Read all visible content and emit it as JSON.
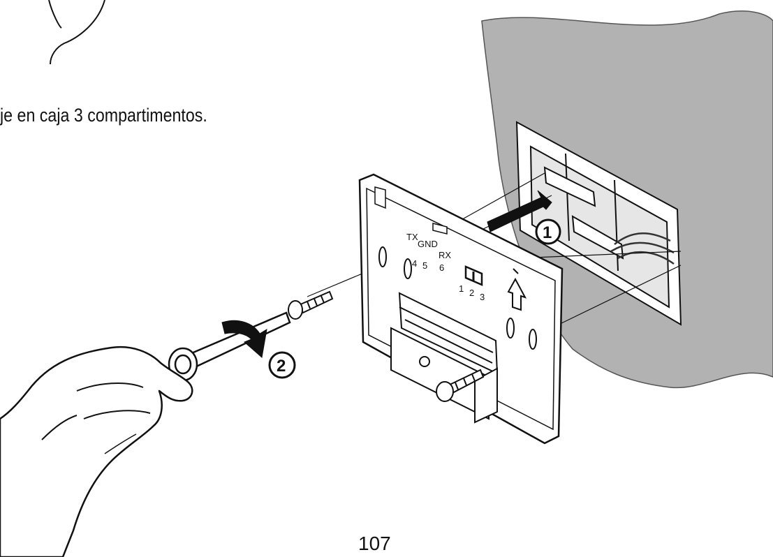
{
  "document": {
    "caption": "je en caja 3 compartimentos.",
    "page_number": "107"
  },
  "illustration": {
    "step_1": "1",
    "step_2": "2",
    "terminal_labels": {
      "tx": "TX",
      "gnd": "GND",
      "rx": "RX",
      "num_4": "4",
      "num_5": "5",
      "num_6": "6",
      "num_1": "1",
      "num_2": "2",
      "num_3": "3"
    }
  }
}
